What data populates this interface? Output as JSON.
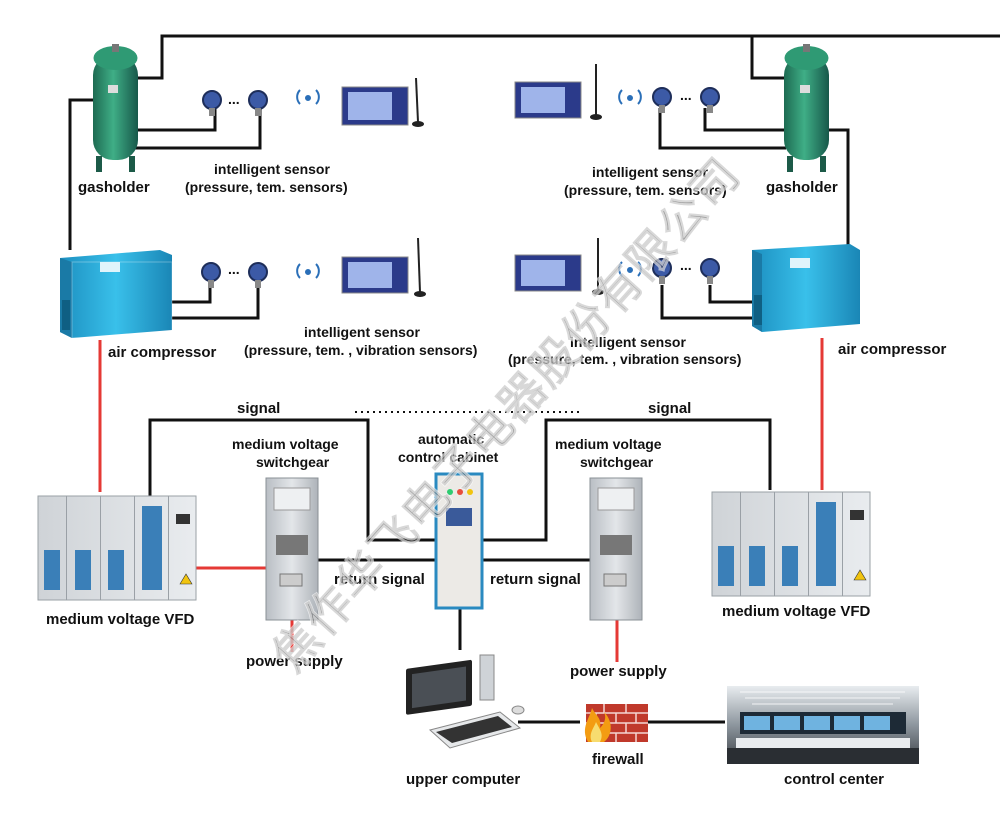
{
  "labels": {
    "gasholder_left": "gasholder",
    "gasholder_right": "gasholder",
    "sensor_top_left_1": "intelligent sensor",
    "sensor_top_left_2": "(pressure, tem. sensors)",
    "sensor_top_right_1": "intelligent sensor",
    "sensor_top_right_2": "(pressure, tem. sensors)",
    "sensor_mid_left_1": "intelligent sensor",
    "sensor_mid_left_2": "(pressure, tem. , vibration sensors)",
    "sensor_mid_right_1": "intelligent sensor",
    "sensor_mid_right_2": "(pressure, tem. , vibration sensors)",
    "air_compressor_left": "air compressor",
    "air_compressor_right": "air compressor",
    "signal_left": "signal",
    "signal_right": "signal",
    "switchgear_left_1": "medium voltage",
    "switchgear_left_2": "switchgear",
    "switchgear_right_1": "medium voltage",
    "switchgear_right_2": "switchgear",
    "cabinet_1": "automatic",
    "cabinet_2": "control cabinet",
    "return_signal_left": "return signal",
    "return_signal_right": "return signal",
    "vfd_left": "medium voltage VFD",
    "vfd_right": "medium voltage VFD",
    "power_supply_left": "power supply",
    "power_supply_right": "power supply",
    "upper_computer": "upper computer",
    "firewall": "firewall",
    "control_center": "control center",
    "ellipsis": "..."
  },
  "watermark": "焦作华飞电子电器股份有限公司",
  "colors": {
    "power_line": "#e53935",
    "signal_line": "#111111",
    "tank": "#2e8b6a",
    "compressor": "#2aa7d6",
    "cabinet": "#c8ccd0",
    "firewall_brick": "#c0392b",
    "sensor_blue": "#3c5aa6",
    "antenna_wave": "#2a6fb8"
  }
}
